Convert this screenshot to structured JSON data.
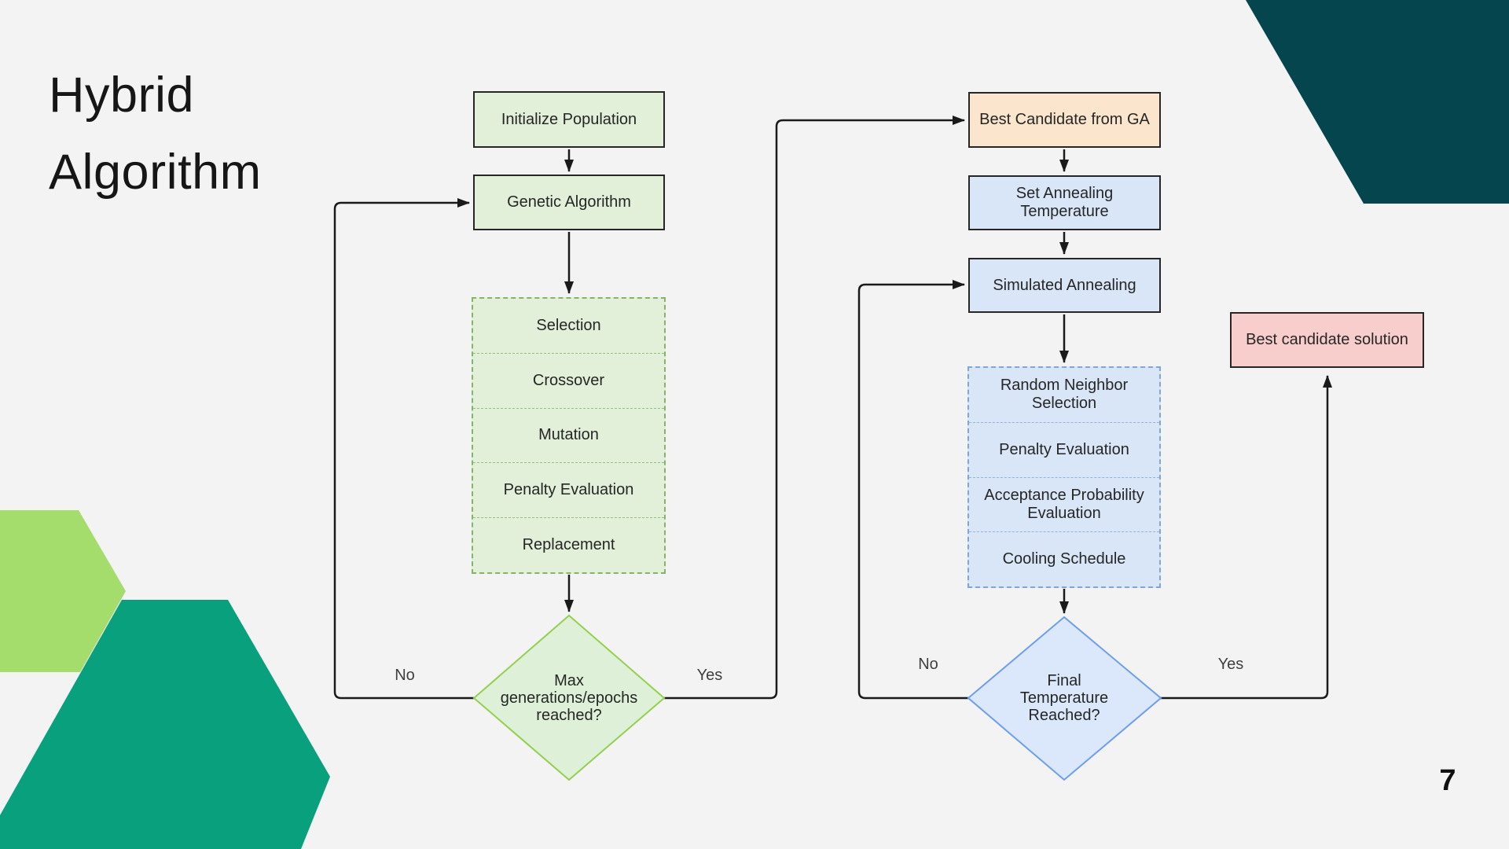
{
  "slide": {
    "title_lines": [
      "Hybrid",
      "Algorithm"
    ],
    "page_number": "7",
    "background_color": "#f2f3f2",
    "decor_colors": {
      "dark_teal_hexagon": "#05454e",
      "teal_hexagon": "#09a07e",
      "light_green_hexagon": "#a4dd6c"
    }
  },
  "flowchart": {
    "connector_color": "#1a1a1a",
    "ga_column": {
      "initialize_label": "Initialize Population",
      "genetic_algorithm_label": "Genetic Algorithm",
      "steps": [
        "Selection",
        "Crossover",
        "Mutation",
        "Penalty Evaluation",
        "Replacement"
      ],
      "decision_lines": [
        "Max",
        "generations/epochs",
        "reached?"
      ],
      "no_label": "No",
      "yes_label": "Yes",
      "box_fill": "#e2efd9",
      "box_border": "#85b468",
      "diamond_fill": "#def1d8",
      "diamond_border": "#92d050"
    },
    "sa_column": {
      "entry_label": "Best Candidate from GA",
      "entry_fill": "#fbe5cd",
      "entry_border": "#d6a127",
      "set_temp_lines": [
        "Set Annealing",
        "Temperature"
      ],
      "simulated_annealing_label": "Simulated Annealing",
      "steps": [
        [
          "Random Neighbor",
          "Selection"
        ],
        [
          "Penalty Evaluation"
        ],
        [
          "Acceptance Probability",
          "Evaluation"
        ],
        [
          "Cooling Schedule"
        ]
      ],
      "decision_lines": [
        "Final",
        "Temperature",
        "Reached?"
      ],
      "no_label": "No",
      "yes_label": "Yes",
      "result_label": "Best candidate solution",
      "result_fill": "#f8cecc",
      "result_border": "#b5524c",
      "box_fill": "#d9e6f8",
      "box_border": "#7ea6d8",
      "diamond_fill": "#dbe8fb",
      "diamond_border": "#6d9eeb"
    }
  }
}
